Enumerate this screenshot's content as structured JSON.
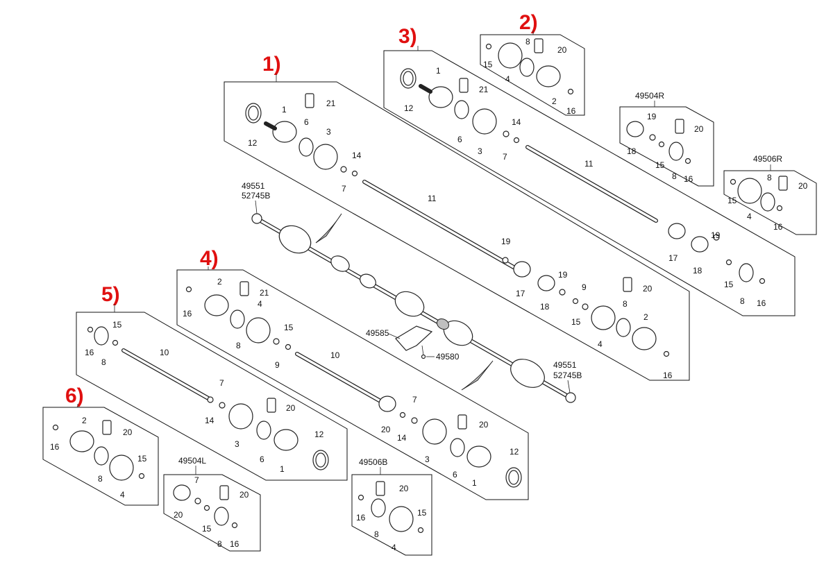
{
  "sections": {
    "s1": "1)",
    "s2": "2)",
    "s3": "3)",
    "s4": "4)",
    "s5": "5)",
    "s6": "6)"
  },
  "codes": {
    "c49504R": "49504R",
    "c49506R": "49506R",
    "c49551a": "49551",
    "c52745Ba": "52745B",
    "c49551b": "49551",
    "c52745Bb": "52745B",
    "c49585": "49585",
    "c49580": "49580",
    "c49504L": "49504L",
    "c49506B": "49506B"
  },
  "callouts": {
    "n1": "1",
    "n2": "2",
    "n3": "3",
    "n4": "4",
    "n6": "6",
    "n7": "7",
    "n8": "8",
    "n9": "9",
    "n10": "10",
    "n11": "11",
    "n12": "12",
    "n14": "14",
    "n15": "15",
    "n16": "16",
    "n17": "17",
    "n18": "18",
    "n19": "19",
    "n20": "20",
    "n21": "21"
  }
}
